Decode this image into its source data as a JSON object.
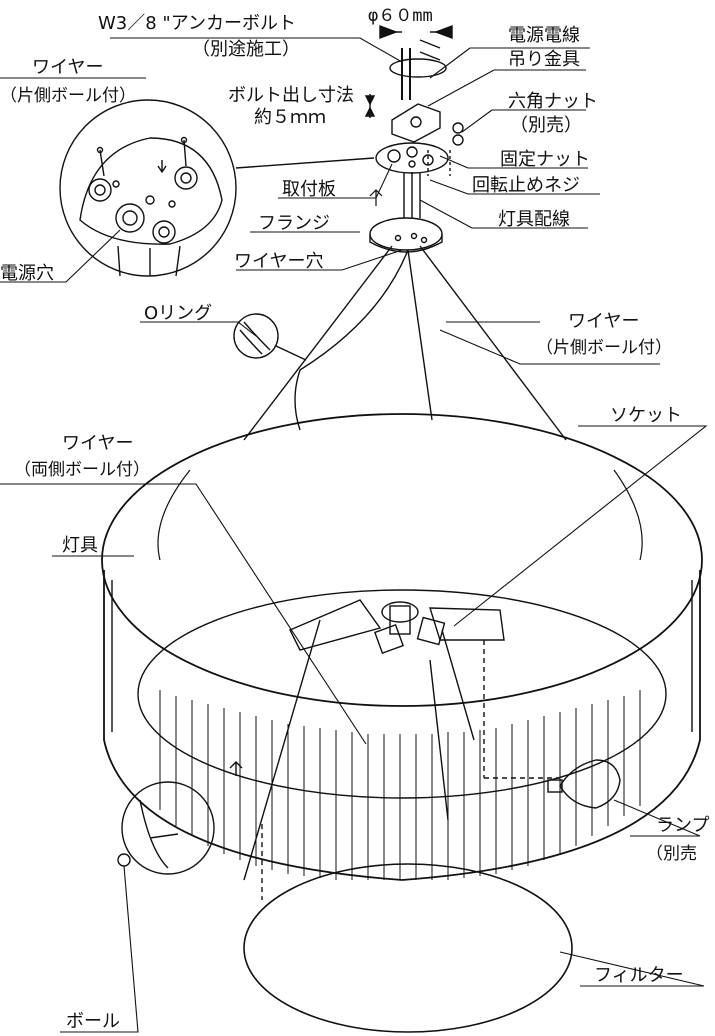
{
  "labels": {
    "anchor_bolt": "W3／8 \"アンカーボルト",
    "anchor_bolt_note": "（別途施工）",
    "diameter": "φ６０mm",
    "power_cable": "電源電線",
    "hanger": "吊り金具",
    "wire_top": "ワイヤー",
    "wire_top_note": "（片側ボール付）",
    "bolt_protrusion": "ボルト出し寸法",
    "bolt_protrusion_value": "約５ｍｍ",
    "hex_nut": "六角ナット",
    "hex_nut_note": "（別売）",
    "fixing_nut": "固定ナット",
    "anti_rotation_screw": "回転止めネジ",
    "mounting_plate": "取付板",
    "fixture_wiring": "灯具配線",
    "flange": "フランジ",
    "power_hole": "電源穴",
    "wire_hole": "ワイヤー穴",
    "o_ring": "Oリング",
    "wire_right": "ワイヤー",
    "wire_right_note": "（片側ボール付）",
    "socket": "ソケット",
    "wire_double": "ワイヤー",
    "wire_double_note": "（両側ボール付）",
    "fixture": "灯具",
    "lamp": "ランプ",
    "lamp_note": "（別売",
    "filter": "フィルター",
    "ball": "ボール"
  }
}
